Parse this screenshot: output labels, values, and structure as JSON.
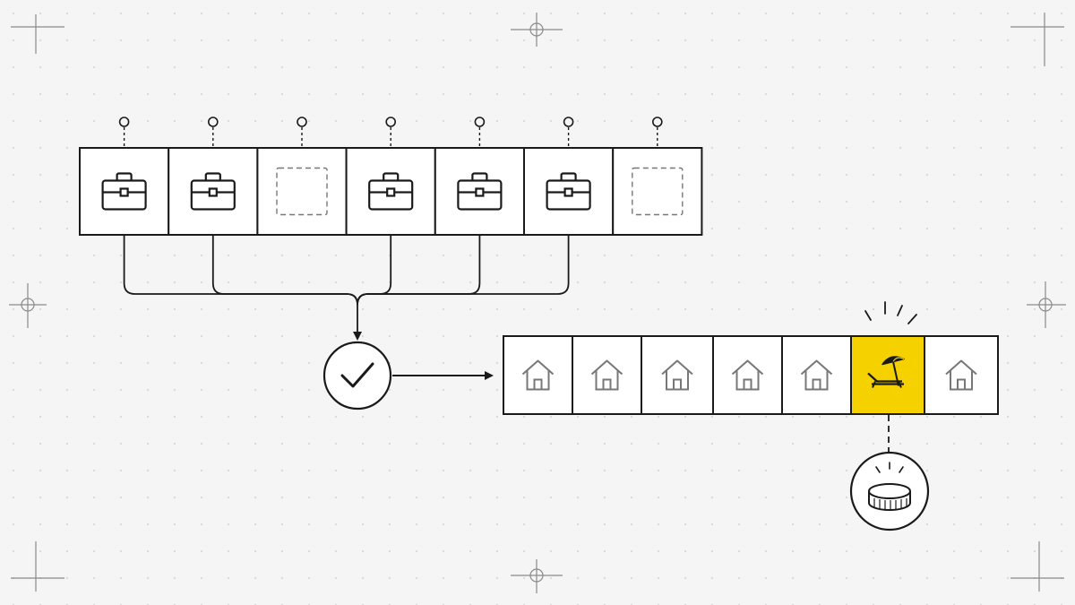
{
  "theme": {
    "background": "#f5f5f5",
    "ink": "#1a1a1a",
    "muted": "#777777",
    "highlight": "#f5d100",
    "cell_fill": "#ffffff"
  },
  "workdays": [
    {
      "state": "worked",
      "icon": "briefcase-icon"
    },
    {
      "state": "worked",
      "icon": "briefcase-icon"
    },
    {
      "state": "empty",
      "icon": "dashed-placeholder-icon"
    },
    {
      "state": "worked",
      "icon": "briefcase-icon"
    },
    {
      "state": "worked",
      "icon": "briefcase-icon"
    },
    {
      "state": "worked",
      "icon": "briefcase-icon"
    },
    {
      "state": "empty",
      "icon": "dashed-placeholder-icon"
    }
  ],
  "result_days": [
    {
      "state": "home",
      "icon": "house-icon"
    },
    {
      "state": "home",
      "icon": "house-icon"
    },
    {
      "state": "home",
      "icon": "house-icon"
    },
    {
      "state": "home",
      "icon": "house-icon"
    },
    {
      "state": "home",
      "icon": "house-icon"
    },
    {
      "state": "vacation",
      "icon": "beach-chair-umbrella-icon"
    },
    {
      "state": "home",
      "icon": "house-icon"
    }
  ],
  "check_icon": "checkmark-icon",
  "coin_icon": "coin-icon"
}
